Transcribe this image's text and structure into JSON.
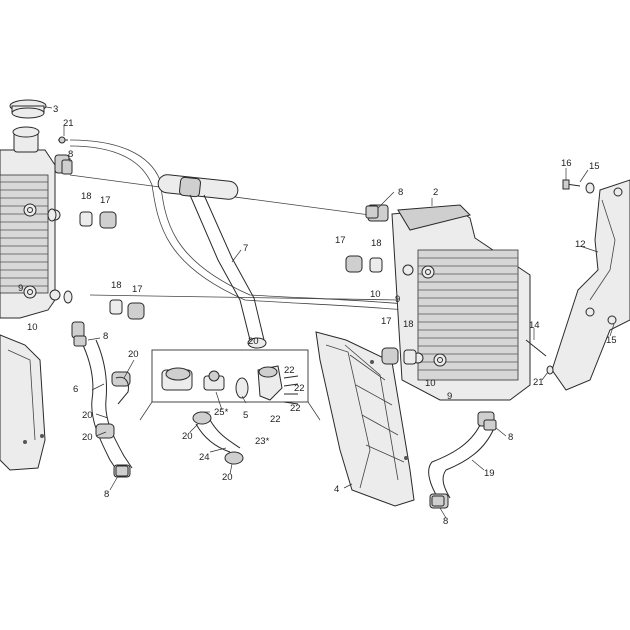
{
  "callouts": {
    "c2": "2",
    "c3": "3",
    "c4": "4",
    "c5": "5",
    "c6": "6",
    "c7": "7",
    "c8a": "8",
    "c8b": "8",
    "c8c": "8",
    "c8d": "8",
    "c8e": "8",
    "c8f": "8",
    "c9a": "9",
    "c9b": "9",
    "c9c": "9",
    "c10a": "10",
    "c10b": "10",
    "c10c": "10",
    "c12": "12",
    "c14": "14",
    "c15a": "15",
    "c15b": "15",
    "c16": "16",
    "c17a": "17",
    "c17b": "17",
    "c17c": "17",
    "c17d": "17",
    "c18a": "18",
    "c18b": "18",
    "c18c": "18",
    "c18d": "18",
    "c19": "19",
    "c20a": "20",
    "c20b": "20",
    "c20c": "20",
    "c20d": "20",
    "c20e": "20",
    "c20f": "20",
    "c21a": "21",
    "c21b": "21",
    "c22a": "22",
    "c22b": "22",
    "c22c": "22",
    "c22d": "22",
    "c23": "23*",
    "c24": "24",
    "c25": "25*"
  }
}
